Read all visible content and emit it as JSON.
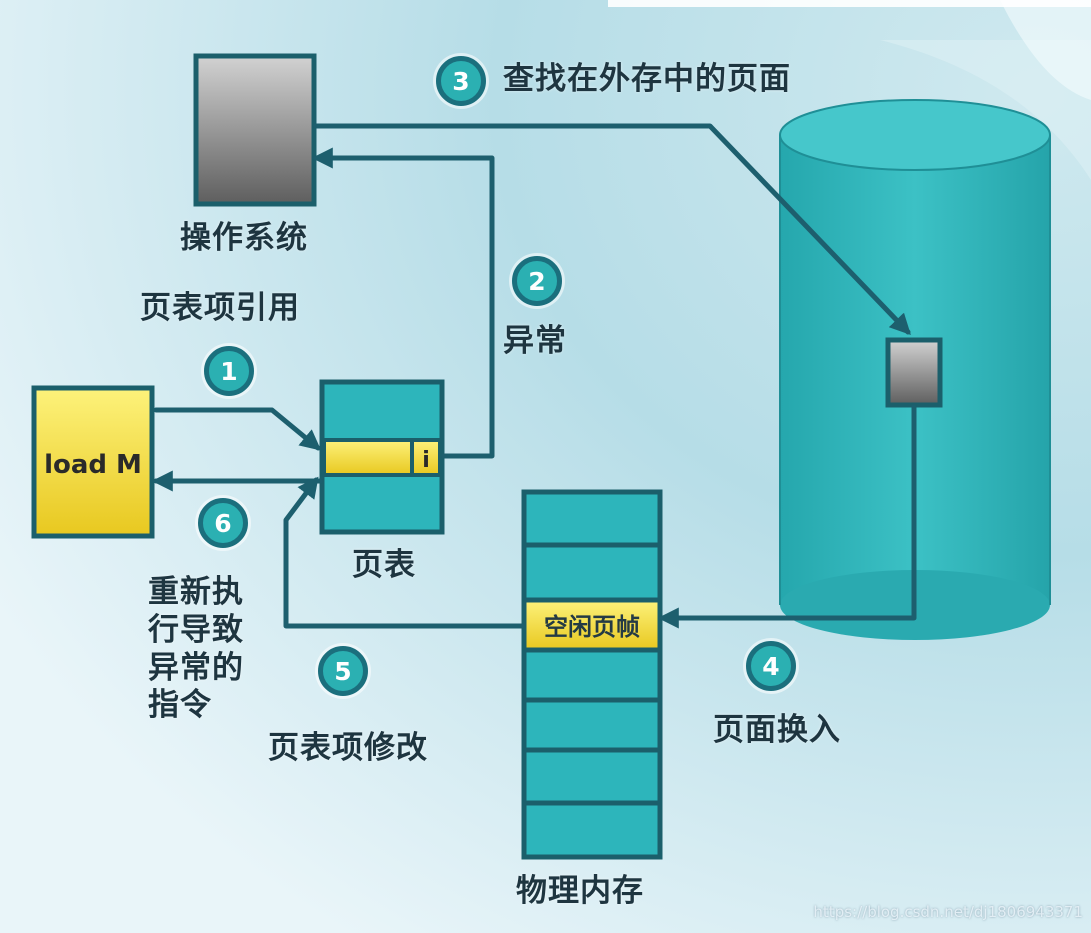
{
  "labels": {
    "os": "操作系统",
    "pte_ref": "页表项引用",
    "exception": "异常",
    "find_page": "查找在外存中的页面",
    "page_table": "页表",
    "rerun": "重新执行导致异常的指令",
    "pte_modify": "页表项修改",
    "page_in": "页面换入",
    "physical_memory": "物理内存",
    "free_frame": "空闲页帧",
    "instruction": "load M",
    "valid_bit": "i"
  },
  "steps": [
    "1",
    "2",
    "3",
    "4",
    "5",
    "6"
  ],
  "watermark": "https://blog.csdn.net/dj1806943371",
  "colors": {
    "teal": "#2db5bb",
    "teal_dark": "#1b5f6b",
    "yellow": "#f6e041",
    "gray": "#808080",
    "arrow": "#1d5f6e"
  }
}
